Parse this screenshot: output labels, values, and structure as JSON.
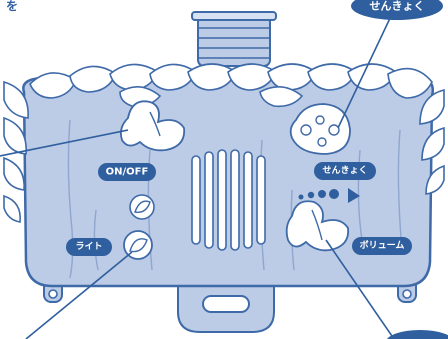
{
  "labels": {
    "power": "ON/OFF",
    "light": "ライト",
    "melody": "せんきょく",
    "volume": "ボリューム",
    "callout_melody": "せんきょく",
    "corner_glyph": "を"
  },
  "colors": {
    "accent": "#2f5f9e",
    "panel": "#bccbe6",
    "outline": "#3f6aa8",
    "button_fill": "#ffffff"
  },
  "icons": {
    "light_button": "leaf-icon",
    "second_leaf": "leaf-icon",
    "melody_button": "ladybug-icon",
    "volume_button": "butterfly-icon",
    "left_button": "butterfly-icon",
    "level_indicator": "dots-triangle-icon"
  }
}
